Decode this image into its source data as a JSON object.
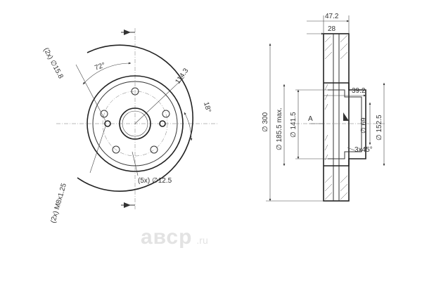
{
  "front_view": {
    "holes_2x_label": "(2x) ∅15.8",
    "angle_72_label": "72°",
    "pcd_label": "114.3",
    "angle_18_label": "18°",
    "thread_label": "(2x) M8x1.25",
    "bolt_holes_label": "(5x) ∅12.5"
  },
  "side_view": {
    "width_top_label": "47.2",
    "width_inner_label": "28",
    "outer_diameter_label": "∅ 300",
    "max_diameter_label": "∅ 185.5 max.",
    "diameter_141_label": "∅ 141.5",
    "section_label": "A",
    "offset_label": "39.2",
    "bore_label": "∅ 69",
    "hub_label": "∅ 152.5",
    "chamfer_label": "3x45°"
  },
  "watermark": {
    "brand": "авср",
    "tld": ".ru"
  }
}
